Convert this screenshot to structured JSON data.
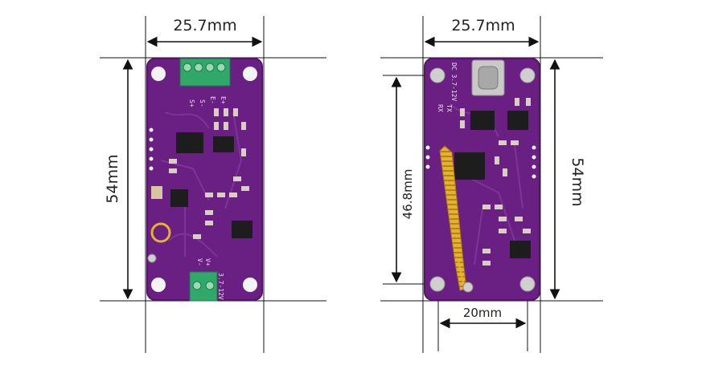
{
  "dimensions": {
    "left_width": "25.7mm",
    "left_height": "54mm",
    "right_width": "25.7mm",
    "right_height": "54mm",
    "hole_vertical": "46.8mm",
    "hole_horizontal": "20mm"
  },
  "silkscreen": {
    "front_sensor_pins": [
      "S+",
      "S-",
      "E-",
      "E+"
    ],
    "front_power_voltage": "3.7-12V",
    "front_power_pins": [
      "V+",
      "V-"
    ],
    "back_usb_label": "DC 3.7-12V",
    "back_tx": "TX",
    "back_rx": "RX"
  },
  "colors": {
    "pcb": "#6a1f82",
    "pcb_edge": "#551668",
    "terminal": "#2fa86a",
    "antenna": "#e6b12d",
    "line": "#111111"
  }
}
